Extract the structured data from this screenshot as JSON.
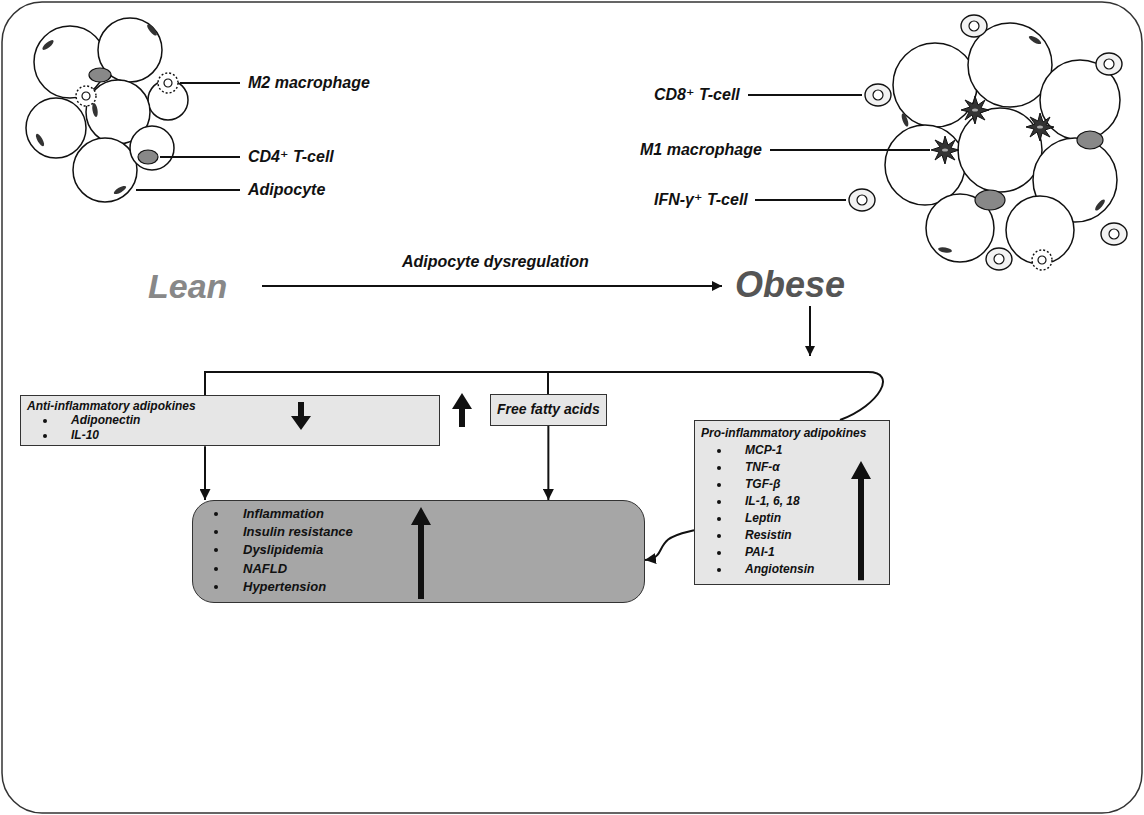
{
  "diagram": {
    "nodes": [
      {
        "text": [
          "Anti-inflammatory adipokines",
          "Adiponectin",
          "IL-10"
        ]
      },
      {
        "text": [
          "Free fatty acids"
        ]
      },
      {
        "text": [
          "Pro-inflammatory adipokines",
          "MCP-1",
          "TNF-α",
          "TGF-β",
          "IL-1, 6, 18",
          "Leptin",
          "Resistin",
          "PAI-1",
          "Angiotensin"
        ]
      },
      {
        "text": [
          "Inflammation",
          "Insulin resistance",
          "Dyslipidemia",
          "NAFLD",
          "Hypertension"
        ]
      }
    ],
    "edges": [
      {
        "from": 0,
        "to": 3,
        "arrow": "to"
      },
      {
        "from": 1,
        "to": 3,
        "arrow": "to"
      },
      {
        "from": 2,
        "to": 3,
        "arrow": "to"
      }
    ],
    "labels": [
      "M2 macrophage",
      "CD4⁺ T-cell",
      "Adipocyte",
      "CD8⁺ T-cell",
      "M1 macrophage",
      "IFN-γ⁺ T-cell",
      "Lean",
      "Adipocyte dysregulation",
      "Obese"
    ]
  }
}
